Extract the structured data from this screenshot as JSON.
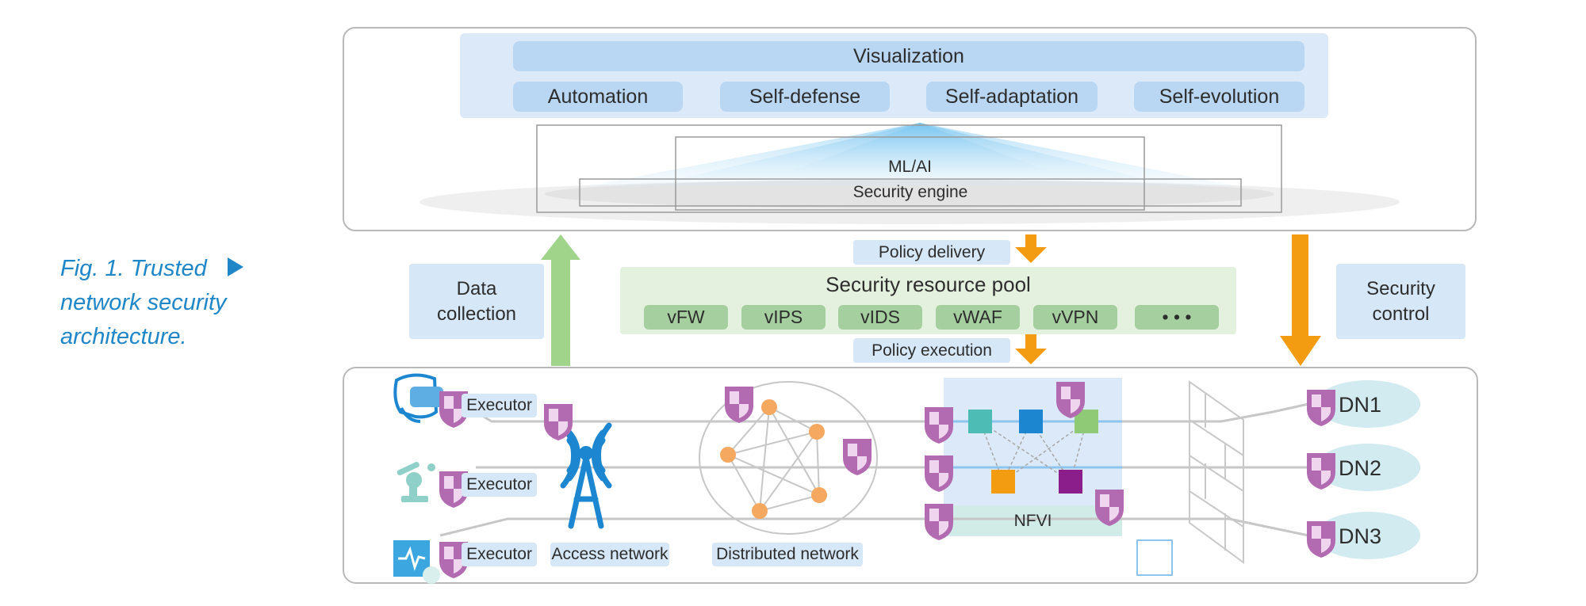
{
  "caption": {
    "line1": "Fig. 1. Trusted",
    "line2": "network security",
    "line3": "architecture."
  },
  "top": {
    "visualization": "Visualization",
    "capabilities": [
      "Automation",
      "Self-defense",
      "Self-adaptation",
      "Self-evolution"
    ],
    "ml_ai": "ML/AI",
    "security_engine": "Security engine"
  },
  "middle": {
    "data_collection_l1": "Data",
    "data_collection_l2": "collection",
    "security_control_l1": "Security",
    "security_control_l2": "control",
    "policy_delivery": "Policy delivery",
    "policy_execution": "Policy execution",
    "pool_title": "Security resource pool",
    "pool_items": [
      "vFW",
      "vIPS",
      "vIDS",
      "vWAF",
      "vVPN",
      "• • •"
    ]
  },
  "bottom": {
    "executors": [
      "Executor",
      "Executor",
      "Executor"
    ],
    "access_network": "Access network",
    "distributed_network": "Distributed network",
    "nfvi": "NFVI",
    "dns": [
      "DN1",
      "DN2",
      "DN3"
    ]
  },
  "colors": {
    "accent_blue": "#1f86c8",
    "arrow_green": "#9fd48a",
    "arrow_orange": "#f39c12",
    "shield_purple": "#b26bb0",
    "node_orange": "#f5a85f"
  }
}
